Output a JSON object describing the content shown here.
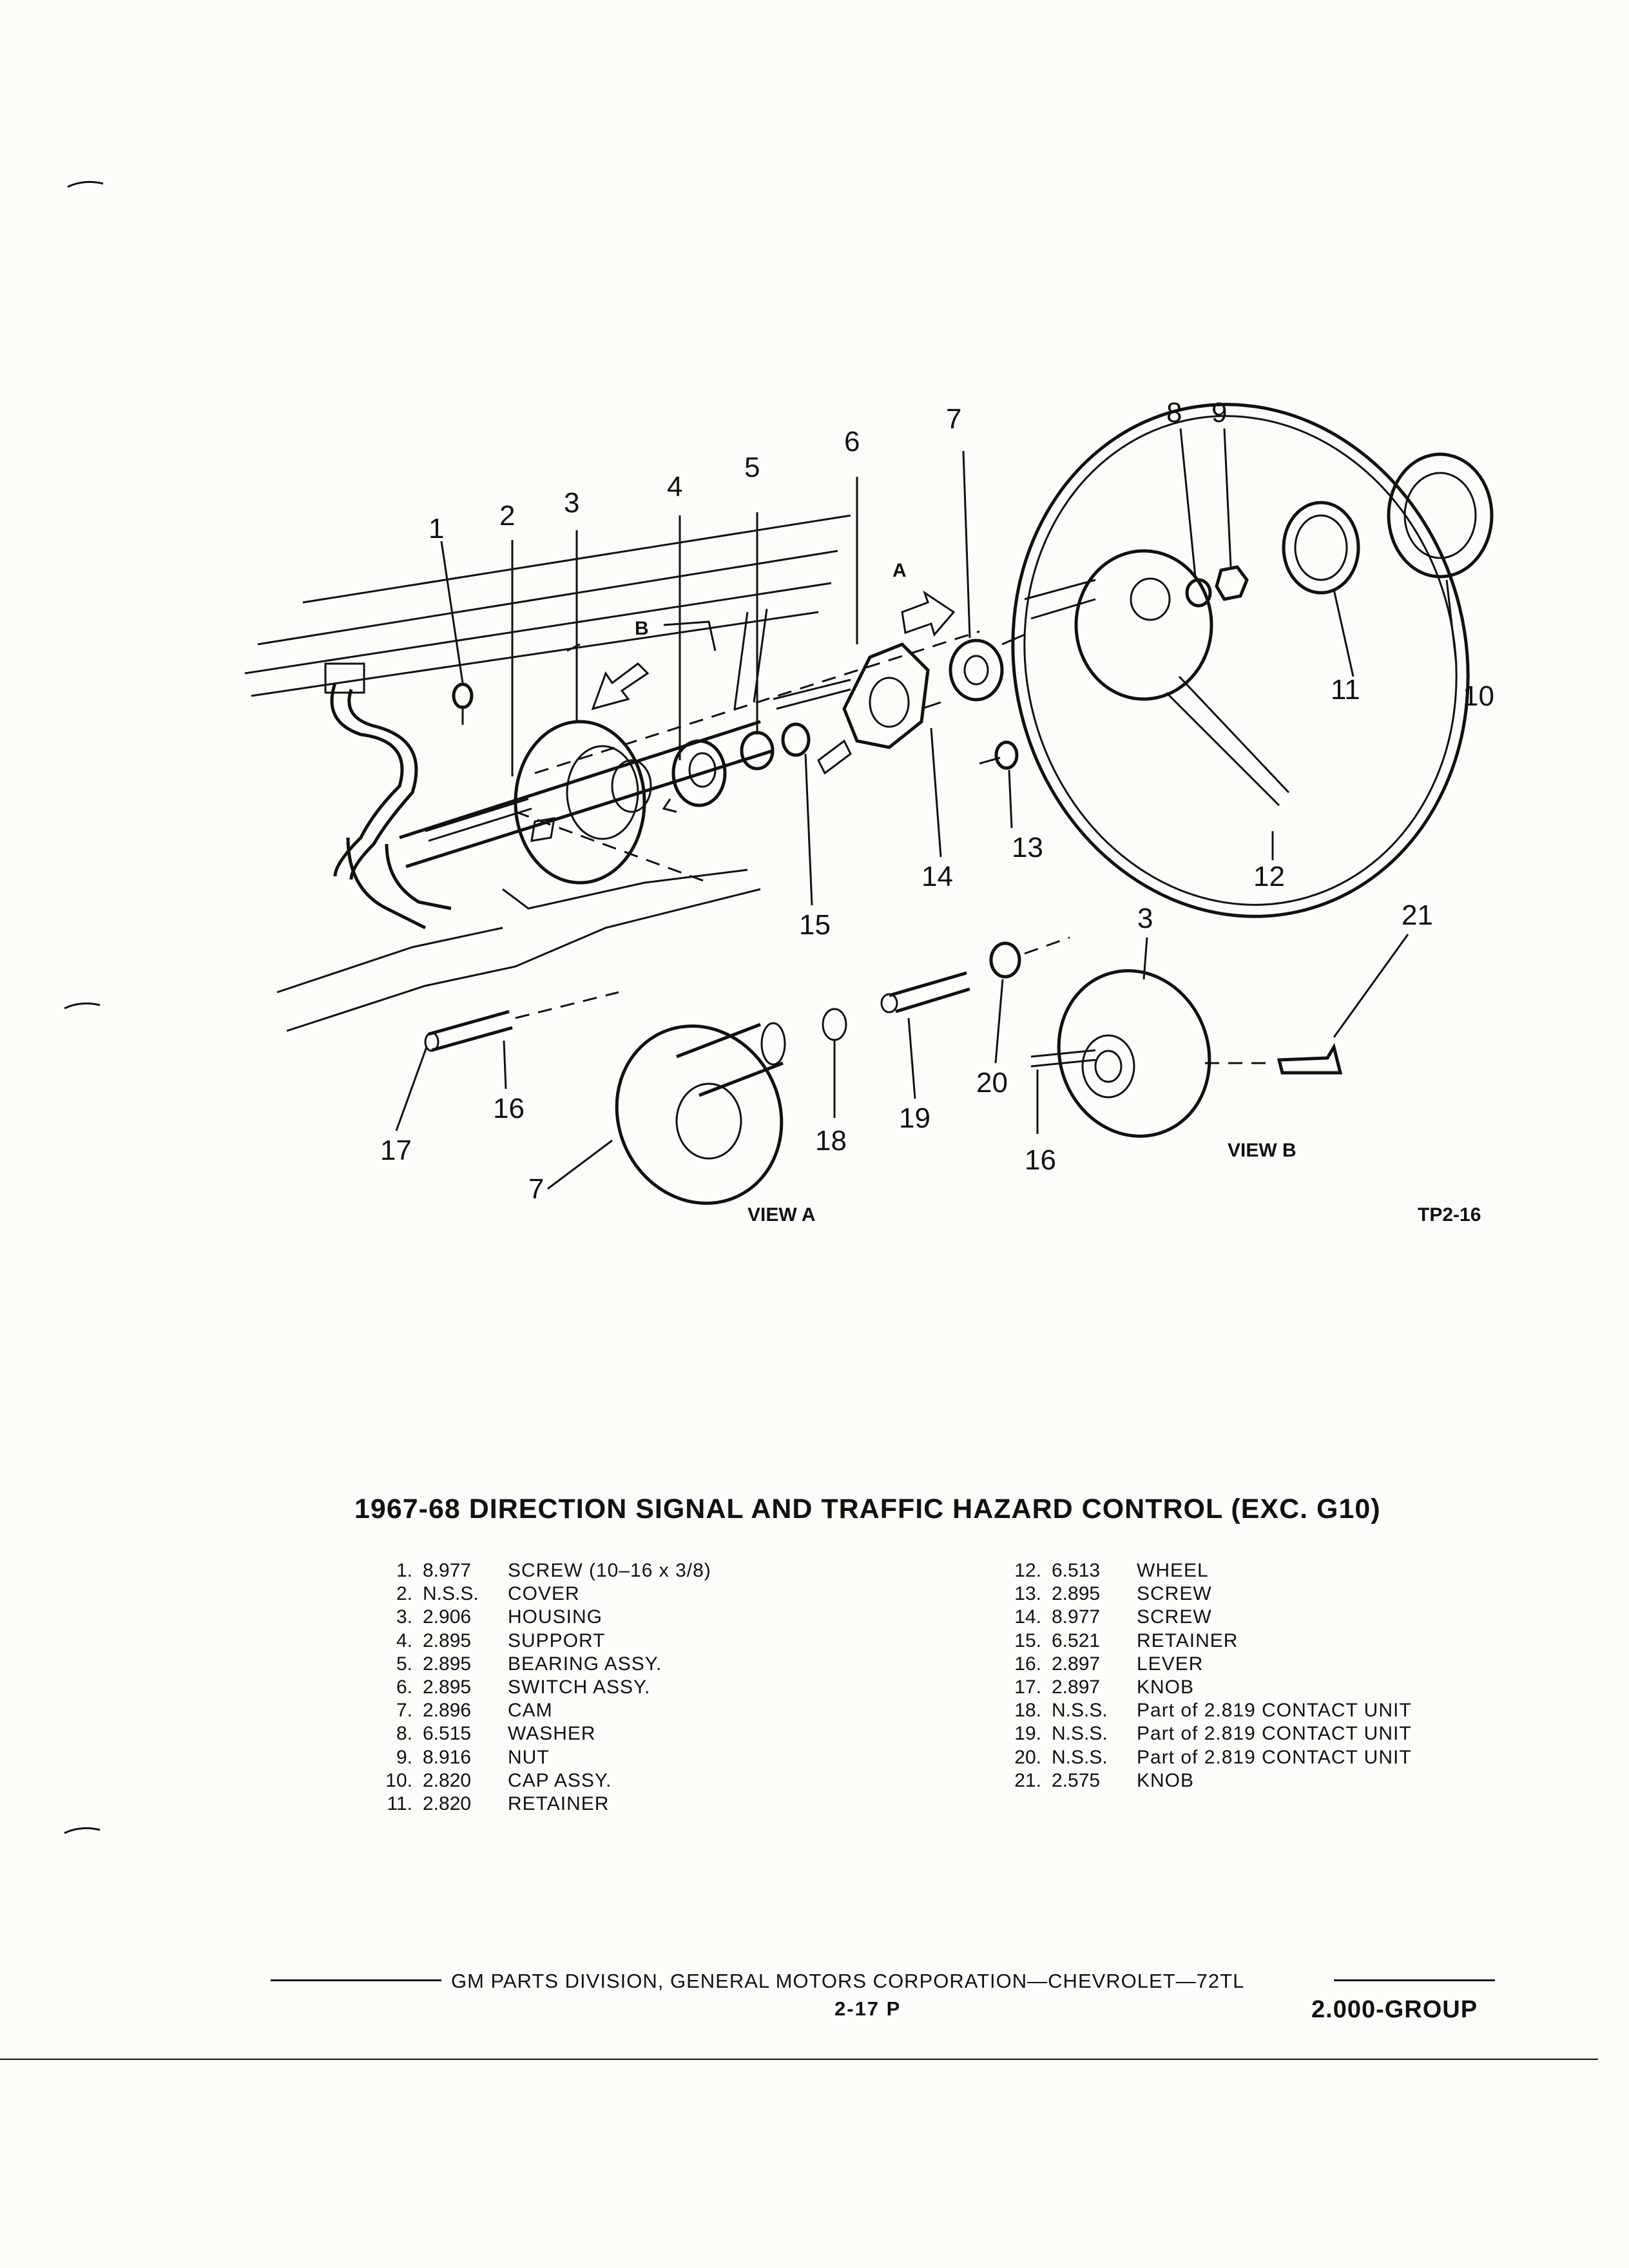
{
  "diagram": {
    "callouts": [
      "1",
      "2",
      "3",
      "4",
      "5",
      "6",
      "7",
      "8",
      "9",
      "10",
      "11",
      "12",
      "13",
      "14",
      "15",
      "17",
      "16",
      "18",
      "19",
      "20",
      "3",
      "21",
      "16",
      "7"
    ],
    "view_a": "VIEW A",
    "view_b": "VIEW B",
    "figure_code": "TP2-16"
  },
  "title": "1967-68 DIRECTION SIGNAL AND TRAFFIC HAZARD CONTROL (EXC. G10)",
  "parts_left": [
    {
      "no": "1.",
      "num": "8.977",
      "desc": "SCREW (10–16 x 3/8)"
    },
    {
      "no": "2.",
      "num": "N.S.S.",
      "desc": "COVER"
    },
    {
      "no": "3.",
      "num": "2.906",
      "desc": "HOUSING"
    },
    {
      "no": "4.",
      "num": "2.895",
      "desc": "SUPPORT"
    },
    {
      "no": "5.",
      "num": "2.895",
      "desc": "BEARING ASSY."
    },
    {
      "no": "6.",
      "num": "2.895",
      "desc": "SWITCH ASSY."
    },
    {
      "no": "7.",
      "num": "2.896",
      "desc": "CAM"
    },
    {
      "no": "8.",
      "num": "6.515",
      "desc": "WASHER"
    },
    {
      "no": "9.",
      "num": "8.916",
      "desc": "NUT"
    },
    {
      "no": "10.",
      "num": "2.820",
      "desc": "CAP ASSY."
    },
    {
      "no": "11.",
      "num": "2.820",
      "desc": "RETAINER"
    }
  ],
  "parts_right": [
    {
      "no": "12.",
      "num": "6.513",
      "desc": "WHEEL"
    },
    {
      "no": "13.",
      "num": "2.895",
      "desc": "SCREW"
    },
    {
      "no": "14.",
      "num": "8.977",
      "desc": "SCREW"
    },
    {
      "no": "15.",
      "num": "6.521",
      "desc": "RETAINER"
    },
    {
      "no": "16.",
      "num": "2.897",
      "desc": "LEVER"
    },
    {
      "no": "17.",
      "num": "2.897",
      "desc": "KNOB"
    },
    {
      "no": "18.",
      "num": "N.S.S.",
      "desc": "Part of 2.819 CONTACT UNIT"
    },
    {
      "no": "19.",
      "num": "N.S.S.",
      "desc": "Part of 2.819 CONTACT UNIT"
    },
    {
      "no": "20.",
      "num": "N.S.S.",
      "desc": "Part of 2.819 CONTACT UNIT"
    },
    {
      "no": "21.",
      "num": "2.575",
      "desc": "KNOB"
    }
  ],
  "footer": {
    "text": "GM PARTS DIVISION, GENERAL MOTORS CORPORATION—CHEVROLET—72TL",
    "page": "2-17 P",
    "group": "2.000-GROUP"
  }
}
